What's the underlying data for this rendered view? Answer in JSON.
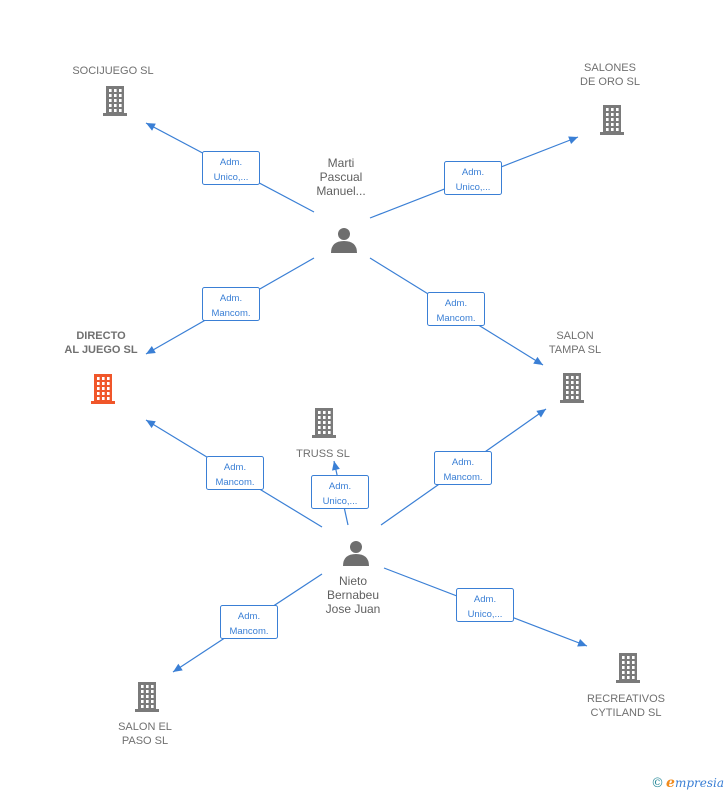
{
  "colors": {
    "accent": "#3a7fd5",
    "building": "#7a7a7a",
    "building_main": "#f0562a",
    "person": "#6e6e6e"
  },
  "persons": [
    {
      "id": "marti",
      "lines": [
        "Marti",
        "Pascual",
        "Manuel..."
      ]
    },
    {
      "id": "nieto",
      "lines": [
        "Nieto",
        "Bernabeu",
        "Jose Juan"
      ]
    }
  ],
  "companies": [
    {
      "id": "socijuego",
      "lines": [
        "SOCIJUEGO SL"
      ],
      "main": false
    },
    {
      "id": "salones",
      "lines": [
        "SALONES",
        "DE ORO  SL"
      ],
      "main": false
    },
    {
      "id": "directo",
      "lines": [
        "DIRECTO",
        "AL JUEGO  SL"
      ],
      "main": true
    },
    {
      "id": "salontampa",
      "lines": [
        "SALON",
        "TAMPA  SL"
      ],
      "main": false
    },
    {
      "id": "truss",
      "lines": [
        "TRUSS  SL"
      ],
      "main": false
    },
    {
      "id": "salonpaso",
      "lines": [
        "SALON EL",
        "PASO  SL"
      ],
      "main": false
    },
    {
      "id": "recreativos",
      "lines": [
        "RECREATIVOS",
        "CYTILAND  SL"
      ],
      "main": false
    }
  ],
  "edges": [
    {
      "from": "marti",
      "to": "socijuego",
      "label": [
        "Adm.",
        "Unico,..."
      ]
    },
    {
      "from": "marti",
      "to": "salones",
      "label": [
        "Adm.",
        "Unico,..."
      ]
    },
    {
      "from": "marti",
      "to": "directo",
      "label": [
        "Adm.",
        "Mancom."
      ]
    },
    {
      "from": "marti",
      "to": "salontampa",
      "label": [
        "Adm.",
        "Mancom."
      ]
    },
    {
      "from": "nieto",
      "to": "directo",
      "label": [
        "Adm.",
        "Mancom."
      ]
    },
    {
      "from": "nieto",
      "to": "truss",
      "label": [
        "Adm.",
        "Unico,..."
      ]
    },
    {
      "from": "nieto",
      "to": "salontampa",
      "label": [
        "Adm.",
        "Mancom."
      ]
    },
    {
      "from": "nieto",
      "to": "salonpaso",
      "label": [
        "Adm.",
        "Mancom."
      ]
    },
    {
      "from": "nieto",
      "to": "recreativos",
      "label": [
        "Adm.",
        "Unico,..."
      ]
    }
  ],
  "brand": {
    "copyright": "©",
    "initial": "e",
    "rest": "mpresia"
  }
}
